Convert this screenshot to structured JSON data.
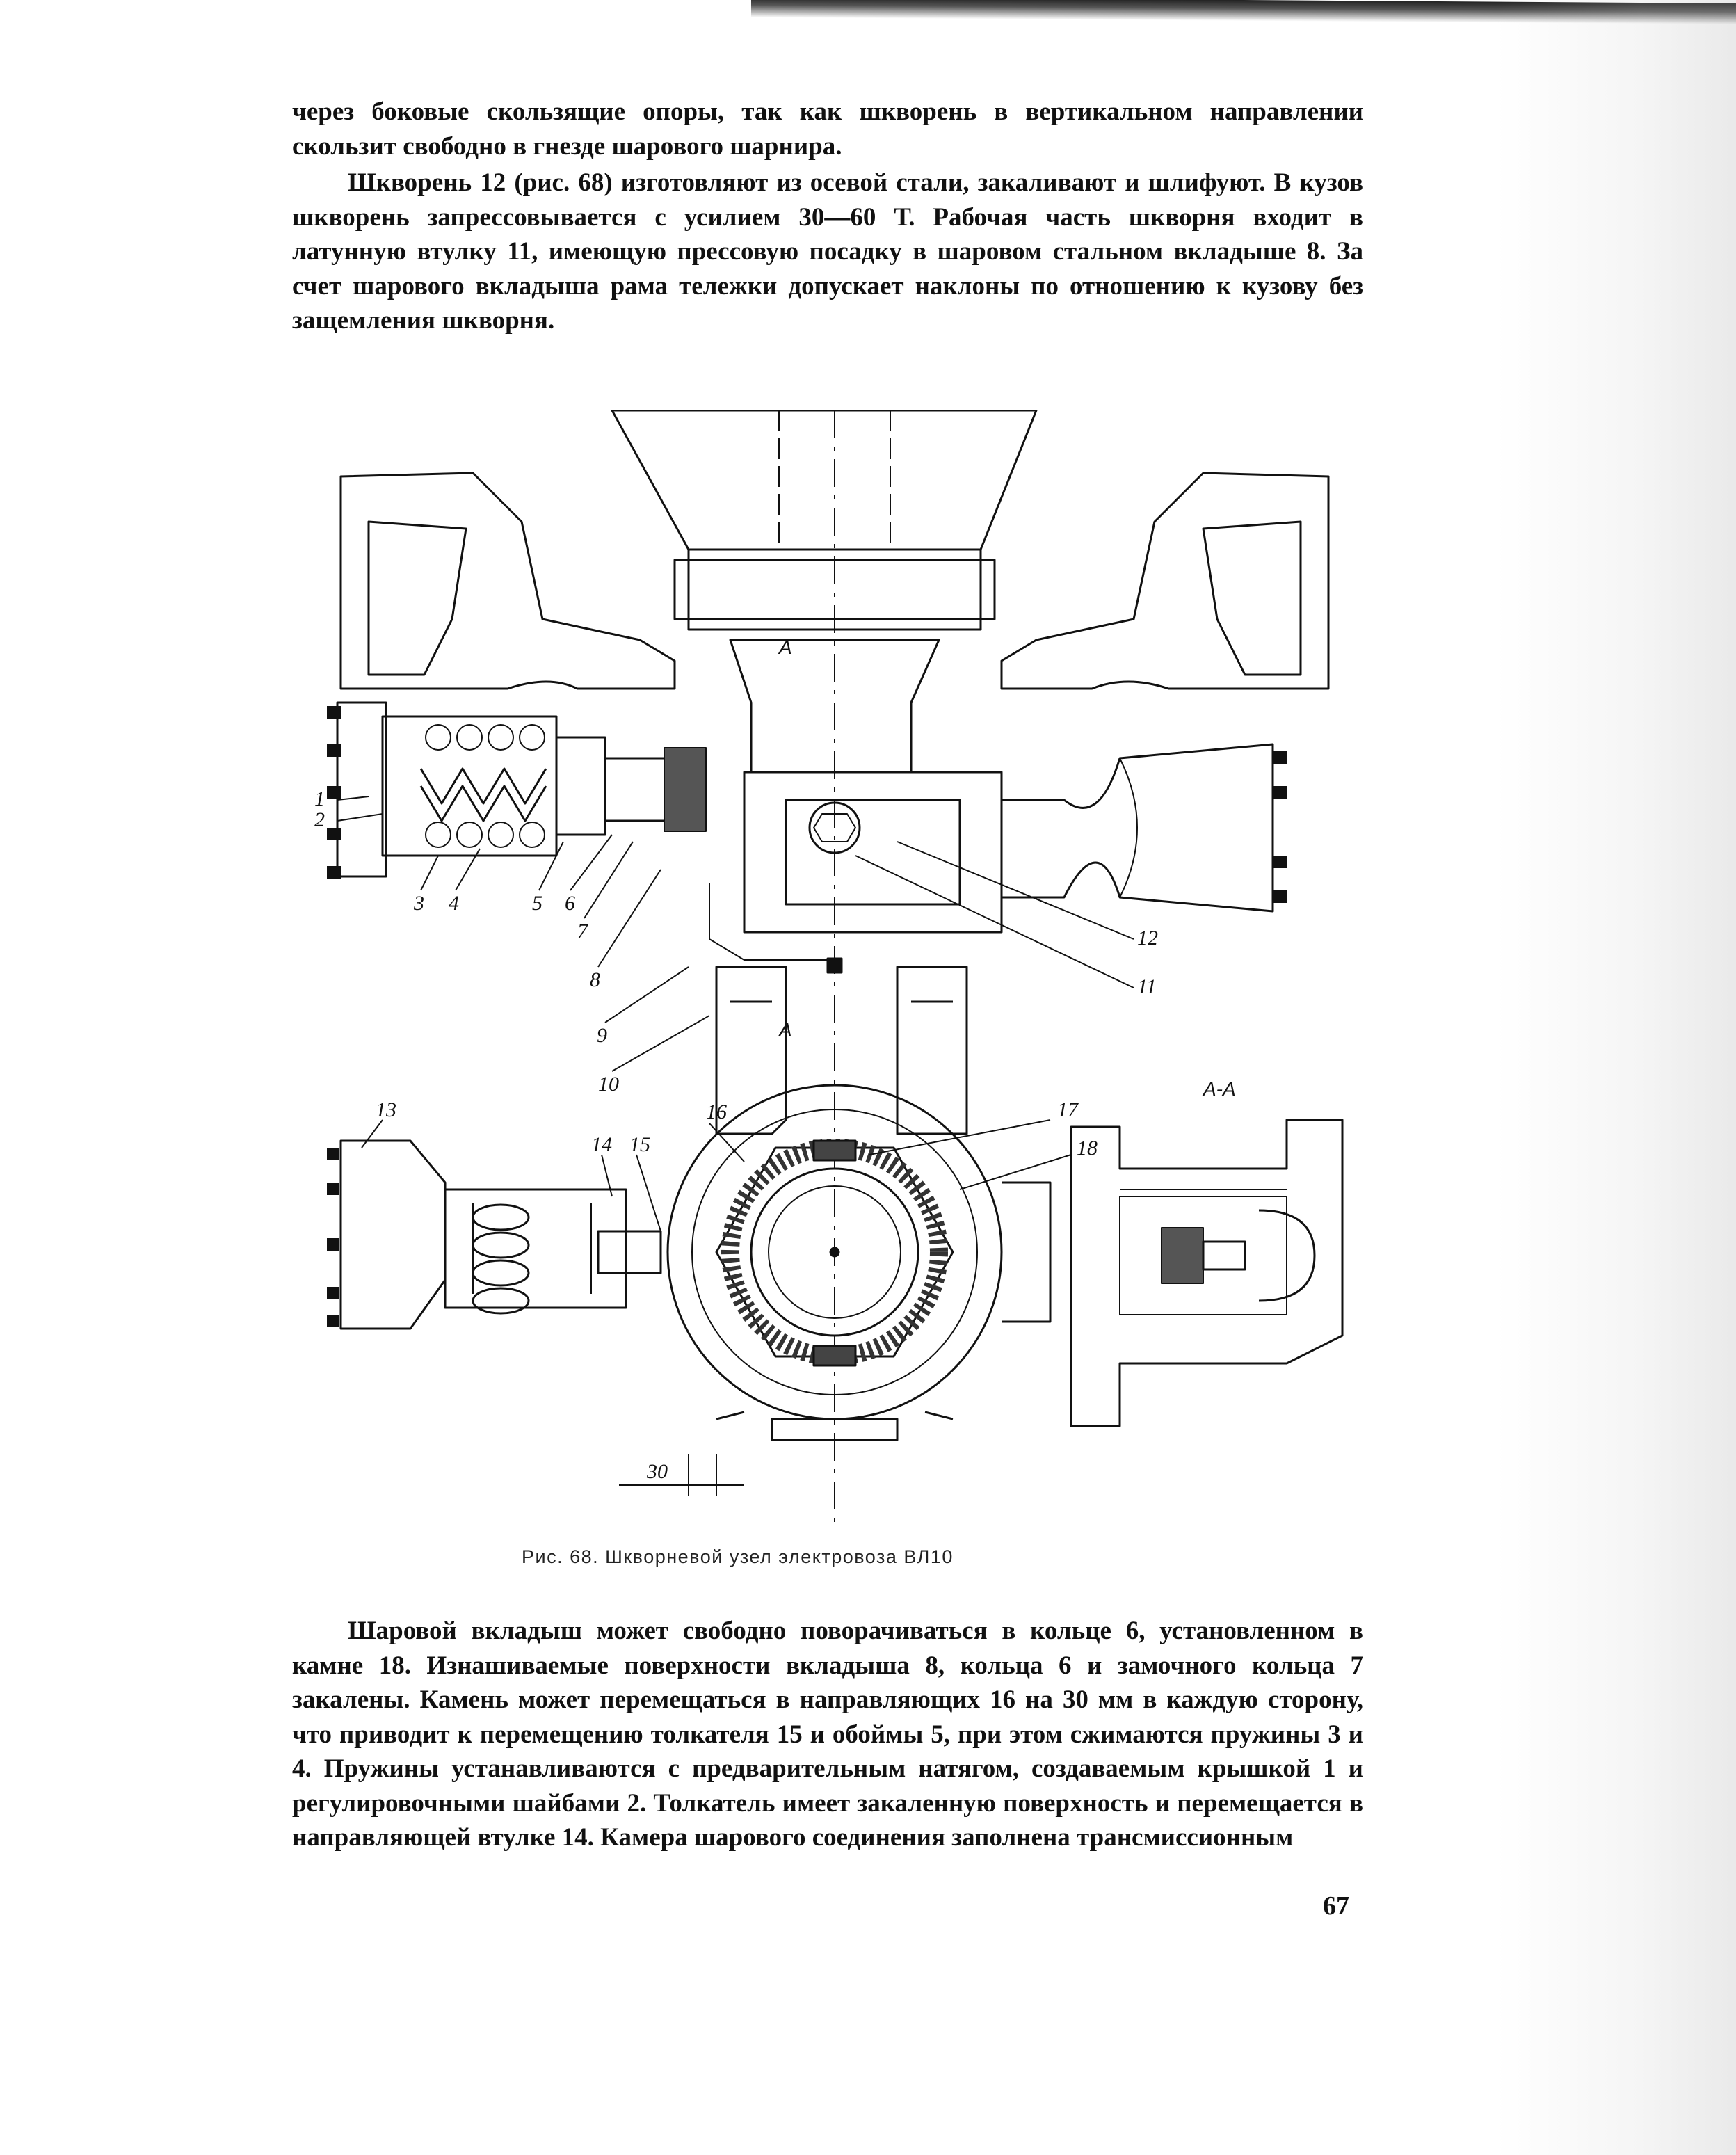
{
  "paragraphs": {
    "p1": "через боковые скользящие опоры, так как шкворень в вертикальном направлении скользит свободно в гнезде шарового шарнира.",
    "p2": "Шкворень 12 (рис. 68) изготовляют из осевой стали, закаливают и шлифуют. В кузов шкворень запрессовывается с усилием 30—60 Т. Рабочая часть шкворня входит в латунную втулку 11, имеющую прессовую посадку в шаровом стальном вкладыше 8. За счет шарового вкладыша рама тележки допускает наклоны по отношению к кузову без защемления шкворня.",
    "p3": "Шаровой вкладыш может свободно поворачиваться в кольце 6, установленном в камне 18. Изнашиваемые поверхности вкладыша 8, кольца 6 и замочного кольца 7 закалены. Камень может перемещаться в направляющих 16 на 30 мм в каждую сторону, что приводит к перемещению толкателя 15 и обоймы 5, при этом сжимаются пружины 3 и 4. Пружины устанавливаются с предварительным натягом, создаваемым крышкой 1 и регулировочными шайбами 2. Толкатель имеет закаленную поверхность и перемещается в направляющей втулке 14. Камера шарового соединения заполнена трансмиссионным"
  },
  "figure": {
    "caption": "Рис. 68. Шкворневой узел электровоза ВЛ10",
    "section_label": "А-А",
    "cut_marks": [
      "А",
      "А"
    ],
    "dimension": "30",
    "labels": [
      "1",
      "2",
      "3",
      "4",
      "5",
      "6",
      "7",
      "8",
      "9",
      "10",
      "11",
      "12",
      "13",
      "14",
      "15",
      "16",
      "17",
      "18"
    ]
  },
  "page_number": "67"
}
